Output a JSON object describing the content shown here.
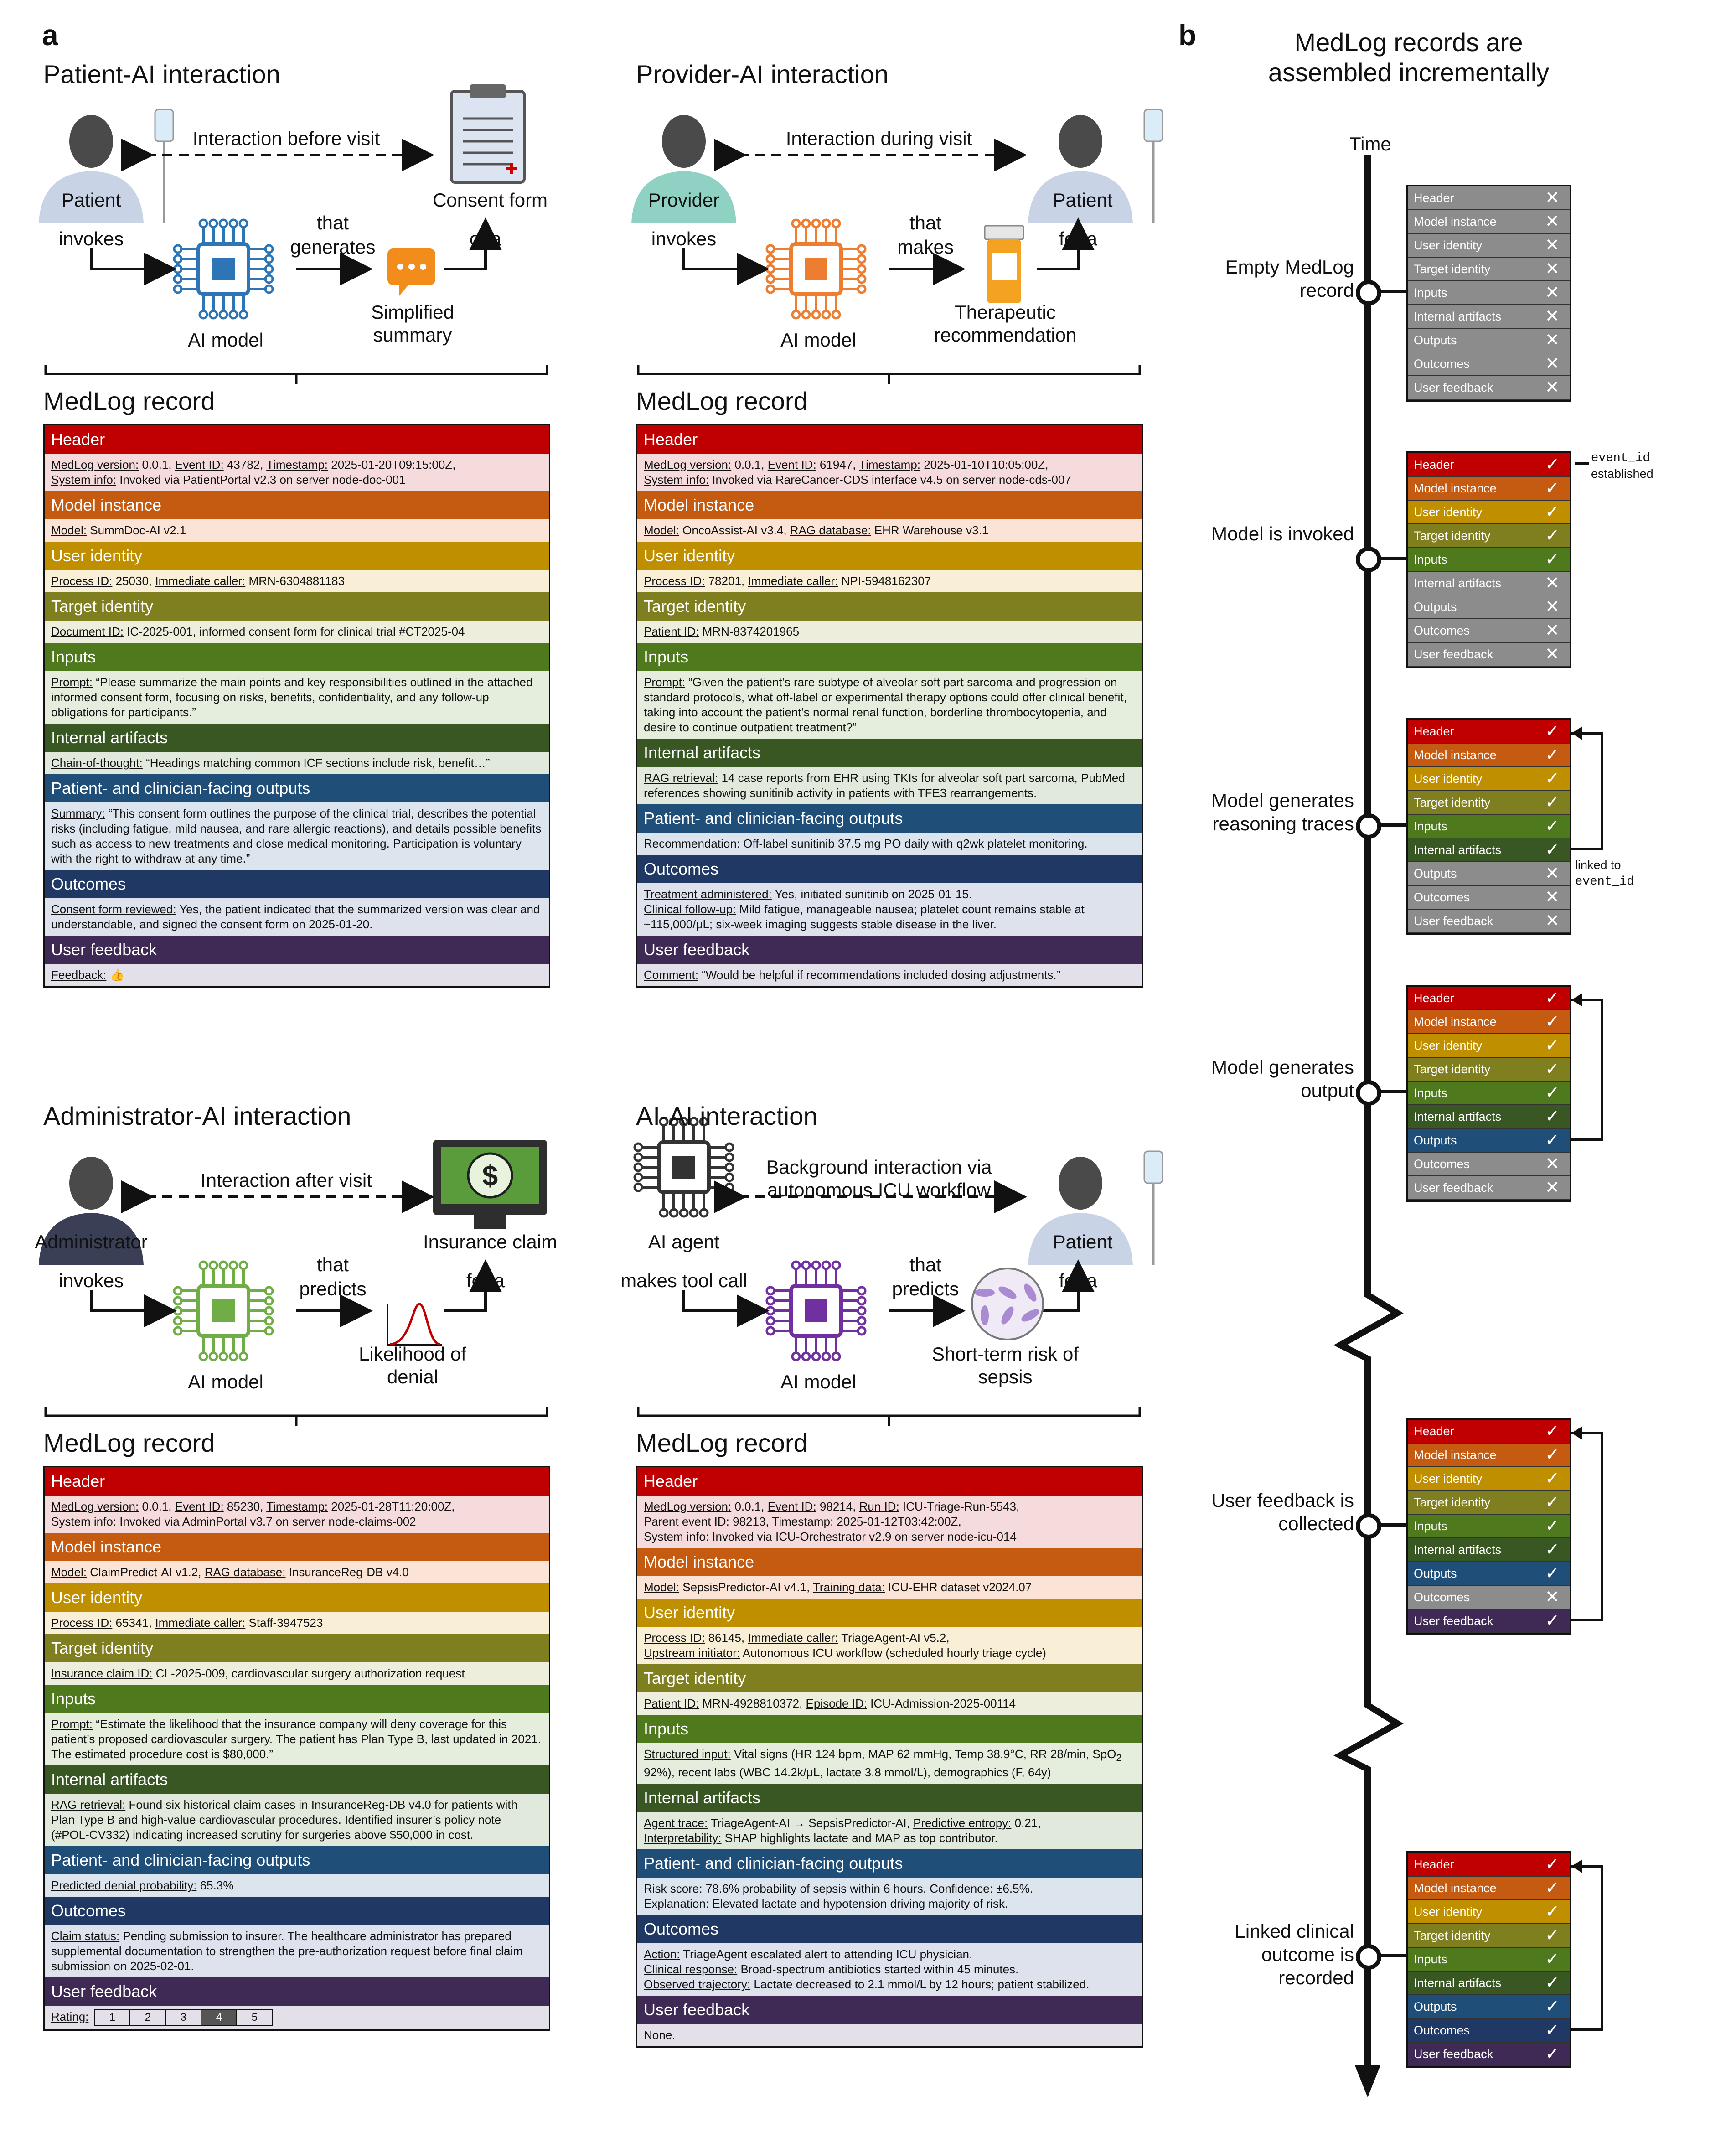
{
  "panel_a": "a",
  "panel_b": "b",
  "patient_ai": {
    "title": "Patient-AI interaction",
    "top_arrow": "Interaction before visit",
    "left_actor": "Patient",
    "invokes": "invokes",
    "right_target": "Consent form",
    "that": "that",
    "verb": "generates",
    "output": "Simplified summary",
    "of": "of a",
    "model": "AI model"
  },
  "provider_ai": {
    "title": "Provider-AI interaction",
    "top_arrow": "Interaction during visit",
    "left_actor": "Provider",
    "invokes": "invokes",
    "right_target": "Patient",
    "that": "that",
    "verb": "makes",
    "output": "Therapeutic recommendation",
    "of": "for a",
    "model": "AI model"
  },
  "admin_ai": {
    "title": "Administrator-AI interaction",
    "top_arrow": "Interaction after visit",
    "left_actor": "Administrator",
    "invokes": "invokes",
    "right_target": "Insurance claim",
    "that": "that",
    "verb": "predicts",
    "output": "Likelihood of denial",
    "of": "for a",
    "model": "AI model"
  },
  "ai_ai": {
    "title": "AI-AI interaction",
    "top_arrow": "Background interaction via autonomous ICU workflow",
    "left_actor": "AI agent",
    "invokes": "makes tool call",
    "right_target": "Patient",
    "that": "that",
    "verb": "predicts",
    "output": "Short-term risk of sepsis",
    "of": "for a",
    "model": "AI model"
  },
  "record_title": "MedLog record",
  "sections": [
    "Header",
    "Model instance",
    "User identity",
    "Target identity",
    "Inputs",
    "Internal artifacts",
    "Patient- and clinician-facing outputs",
    "Outcomes",
    "User feedback"
  ],
  "records": {
    "patient": {
      "header": "<u>MedLog version:</u> 0.0.1, <u>Event ID:</u> 43782, <u>Timestamp:</u> 2025-01-20T09:15:00Z,<br><u>System info:</u> Invoked via PatientPortal v2.3 on server node-doc-001",
      "model": "<u>Model:</u> SummDoc-AI v2.1",
      "user": "<u>Process ID:</u> 25030, <u>Immediate caller:</u> MRN-6304881183",
      "target": "<u>Document ID:</u> IC-2025-001, informed consent form for clinical trial #CT2025-04",
      "inputs": "<u>Prompt:</u> “Please summarize the main points and key responsibilities outlined in the attached informed consent form, focusing on risks, benefits, confidentiality, and any follow-up obligations for participants.”",
      "internal": "<u>Chain-of-thought:</u> “Headings matching common ICF sections include risk, benefit…”",
      "outputs": "<u>Summary:</u> “This consent form outlines the purpose of the clinical trial, describes the potential risks (including fatigue, mild nausea, and rare allergic reactions), and details possible benefits such as access to new treatments and close medical monitoring. Participation is voluntary with the right to withdraw at any time.”",
      "outcomes": "<u>Consent form reviewed:</u> Yes, the patient indicated that the summarized version was clear and understandable, and signed the consent form on 2025-01-20.",
      "feedback": "<u>Feedback:</u> 👍"
    },
    "provider": {
      "header": "<u>MedLog version:</u> 0.0.1, <u>Event ID:</u> 61947, <u>Timestamp:</u> 2025-01-10T10:05:00Z,<br><u>System info:</u> Invoked via RareCancer-CDS interface v4.5 on server node-cds-007",
      "model": "<u>Model:</u> OncoAssist-AI v3.4, <u>RAG database:</u> EHR Warehouse v3.1",
      "user": "<u>Process ID:</u> 78201, <u>Immediate caller:</u> NPI-5948162307",
      "target": "<u>Patient ID:</u> MRN-8374201965",
      "inputs": "<u>Prompt:</u> “Given the patient’s rare subtype of alveolar soft part sarcoma and progression on standard protocols, what off-label or experimental therapy options could offer clinical benefit, taking into account the patient’s normal renal function, borderline thrombocytopenia, and desire to continue outpatient treatment?”",
      "internal": "<u>RAG retrieval:</u> 14 case reports from EHR using TKIs for alveolar soft part sarcoma, PubMed references showing sunitinib activity in patients with TFE3 rearrangements.",
      "outputs": "<u>Recommendation:</u> Off-label sunitinib 37.5 mg PO daily with q2wk platelet monitoring.",
      "outcomes": "<u>Treatment administered:</u> Yes, initiated sunitinib on 2025-01-15.<br><u>Clinical follow-up:</u> Mild fatigue, manageable nausea; platelet count remains stable at ~115,000/μL; six-week imaging suggests stable disease in the liver.",
      "feedback": "<u>Comment:</u> “Would be helpful if recommendations included dosing adjustments.”"
    },
    "admin": {
      "header": "<u>MedLog version:</u> 0.0.1, <u>Event ID:</u> 85230, <u>Timestamp:</u> 2025-01-28T11:20:00Z,<br><u>System info:</u> Invoked via AdminPortal v3.7 on server node-claims-002",
      "model": "<u>Model:</u> ClaimPredict-AI v1.2, <u>RAG database:</u> InsuranceReg-DB v4.0",
      "user": "<u>Process ID:</u> 65341, <u>Immediate caller:</u> Staff-3947523",
      "target": "<u>Insurance claim ID:</u> CL-2025-009, cardiovascular surgery authorization request",
      "inputs": "<u>Prompt:</u> “Estimate the likelihood that the insurance company will deny coverage for this patient’s proposed cardiovascular surgery. The patient has Plan Type B, last updated in 2021. The estimated procedure cost is $80,000.”",
      "internal": "<u>RAG retrieval:</u> Found six historical claim cases in InsuranceReg-DB v4.0 for patients with Plan Type B and high-value cardiovascular procedures. Identified insurer’s policy note (#POL-CV332) indicating increased scrutiny for surgeries above $50,000 in cost.",
      "outputs": "<u>Predicted denial probability:</u> 65.3%",
      "outcomes": "<u>Claim status:</u> Pending submission to insurer. The healthcare administrator has prepared supplemental documentation to strengthen the pre-authorization request before final claim submission on 2025-02-01.",
      "feedback_label": "Rating:",
      "ratings": [
        "1",
        "2",
        "3",
        "4",
        "5"
      ],
      "rating_selected": 4
    },
    "aiai": {
      "header": "<u>MedLog version:</u> 0.0.1, <u>Event ID:</u> 98214, <u>Run ID:</u> ICU-Triage-Run-5543,<br><u>Parent event ID:</u> 98213, <u>Timestamp:</u> 2025-01-12T03:42:00Z,<br><u>System info:</u> Invoked via ICU-Orchestrator v2.9 on server node-icu-014",
      "model": "<u>Model:</u> SepsisPredictor-AI v4.1, <u>Training data:</u> ICU-EHR dataset v2024.07",
      "user": "<u>Process ID:</u> 86145, <u>Immediate caller:</u> TriageAgent-AI v5.2,<br><u>Upstream initiator:</u> Autonomous ICU workflow (scheduled hourly triage cycle)",
      "target": "<u>Patient ID:</u> MRN-4928810372, <u>Episode ID:</u> ICU-Admission-2025-00114",
      "inputs": "<u>Structured input:</u> Vital signs (HR 124 bpm, MAP 62 mmHg, Temp 38.9°C, RR 28/min, SpO<sub>2</sub> 92%), recent labs (WBC 14.2k/μL, lactate 3.8 mmol/L), demographics (F, 64y)",
      "internal": "<u>Agent trace:</u> TriageAgent-AI → SepsisPredictor-AI, <u>Predictive entropy:</u> 0.21,<br><u>Interpretability:</u> SHAP highlights lactate and MAP as top contributor.",
      "outputs": "<u>Risk score:</u> 78.6% probability of sepsis within 6 hours. <u>Confidence:</u> ±6.5%.<br><u>Explanation:</u> Elevated lactate and hypotension driving majority of risk.",
      "outcomes": "<u>Action:</u> TriageAgent escalated alert to attending ICU physician.<br><u>Clinical response:</u> Broad-spectrum antibiotics started within 45 minutes.<br><u>Observed trajectory:</u> Lactate decreased to 2.1 mmol/L by 12 hours; patient stabilized.",
      "feedback": "None."
    }
  },
  "panel_b_data": {
    "title_line1": "MedLog records are",
    "title_line2": "assembled incrementally",
    "time_label": "Time",
    "mini_rows": [
      "Header",
      "Model instance",
      "User identity",
      "Target identity",
      "Inputs",
      "Internal artifacts",
      "Outputs",
      "Outcomes",
      "User feedback"
    ],
    "mini_colors": [
      "#c00000",
      "#c55a11",
      "#bf8f00",
      "#7f7f1f",
      "#4e7a1d",
      "#385723",
      "#1f4e79",
      "#203864",
      "#3f2a56"
    ],
    "stages": [
      {
        "label": "Empty MedLog record",
        "filled": 0
      },
      {
        "label": "Model is invoked",
        "filled": 5
      },
      {
        "label": "Model generates reasoning traces",
        "filled": 6
      },
      {
        "label": "Model generates output",
        "filled": 7
      },
      {
        "label": "User feedback is collected",
        "filled": 7,
        "extra": 8
      },
      {
        "label": "Linked clinical outcome is recorded",
        "filled": 9
      }
    ],
    "event_id_code": "event_id",
    "established": "established",
    "linked_to": "linked to"
  }
}
